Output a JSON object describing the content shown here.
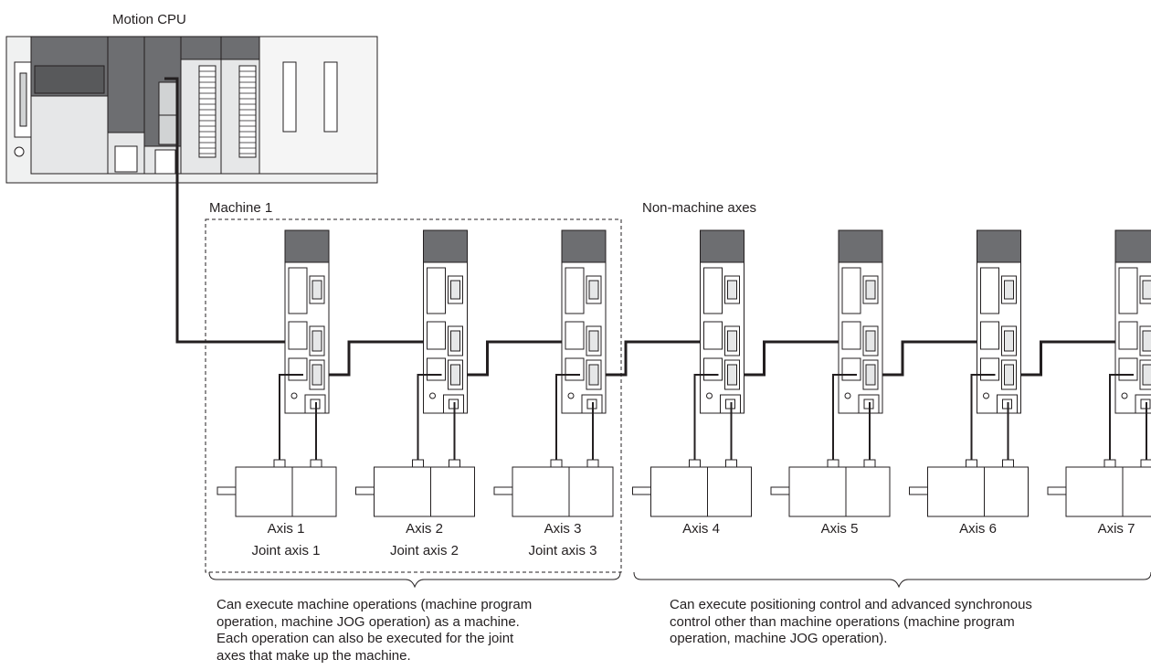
{
  "cpu_label": "Motion CPU",
  "machine_group_label": "Machine 1",
  "non_machine_group_label": "Non-machine axes",
  "axes": [
    {
      "name": "Axis 1",
      "joint": "Joint axis 1"
    },
    {
      "name": "Axis 2",
      "joint": "Joint axis 2"
    },
    {
      "name": "Axis 3",
      "joint": "Joint axis 3"
    },
    {
      "name": "Axis 4"
    },
    {
      "name": "Axis 5"
    },
    {
      "name": "Axis 6"
    },
    {
      "name": "Axis 7"
    }
  ],
  "machine_note": [
    "Can execute machine operations (machine program",
    "operation, machine JOG operation) as a machine.",
    "Each operation can also be executed for the joint",
    "axes that make up the machine."
  ],
  "non_machine_note": [
    "Can execute positioning control and advanced synchronous",
    "control other than machine operations (machine program",
    "operation, machine JOG operation)."
  ],
  "colors": {
    "line": "#231f20",
    "dark_gray": "#6d6e71",
    "medium_gray": "#a7a9ac",
    "light_gray": "#e6e7e8",
    "white": "#ffffff"
  }
}
